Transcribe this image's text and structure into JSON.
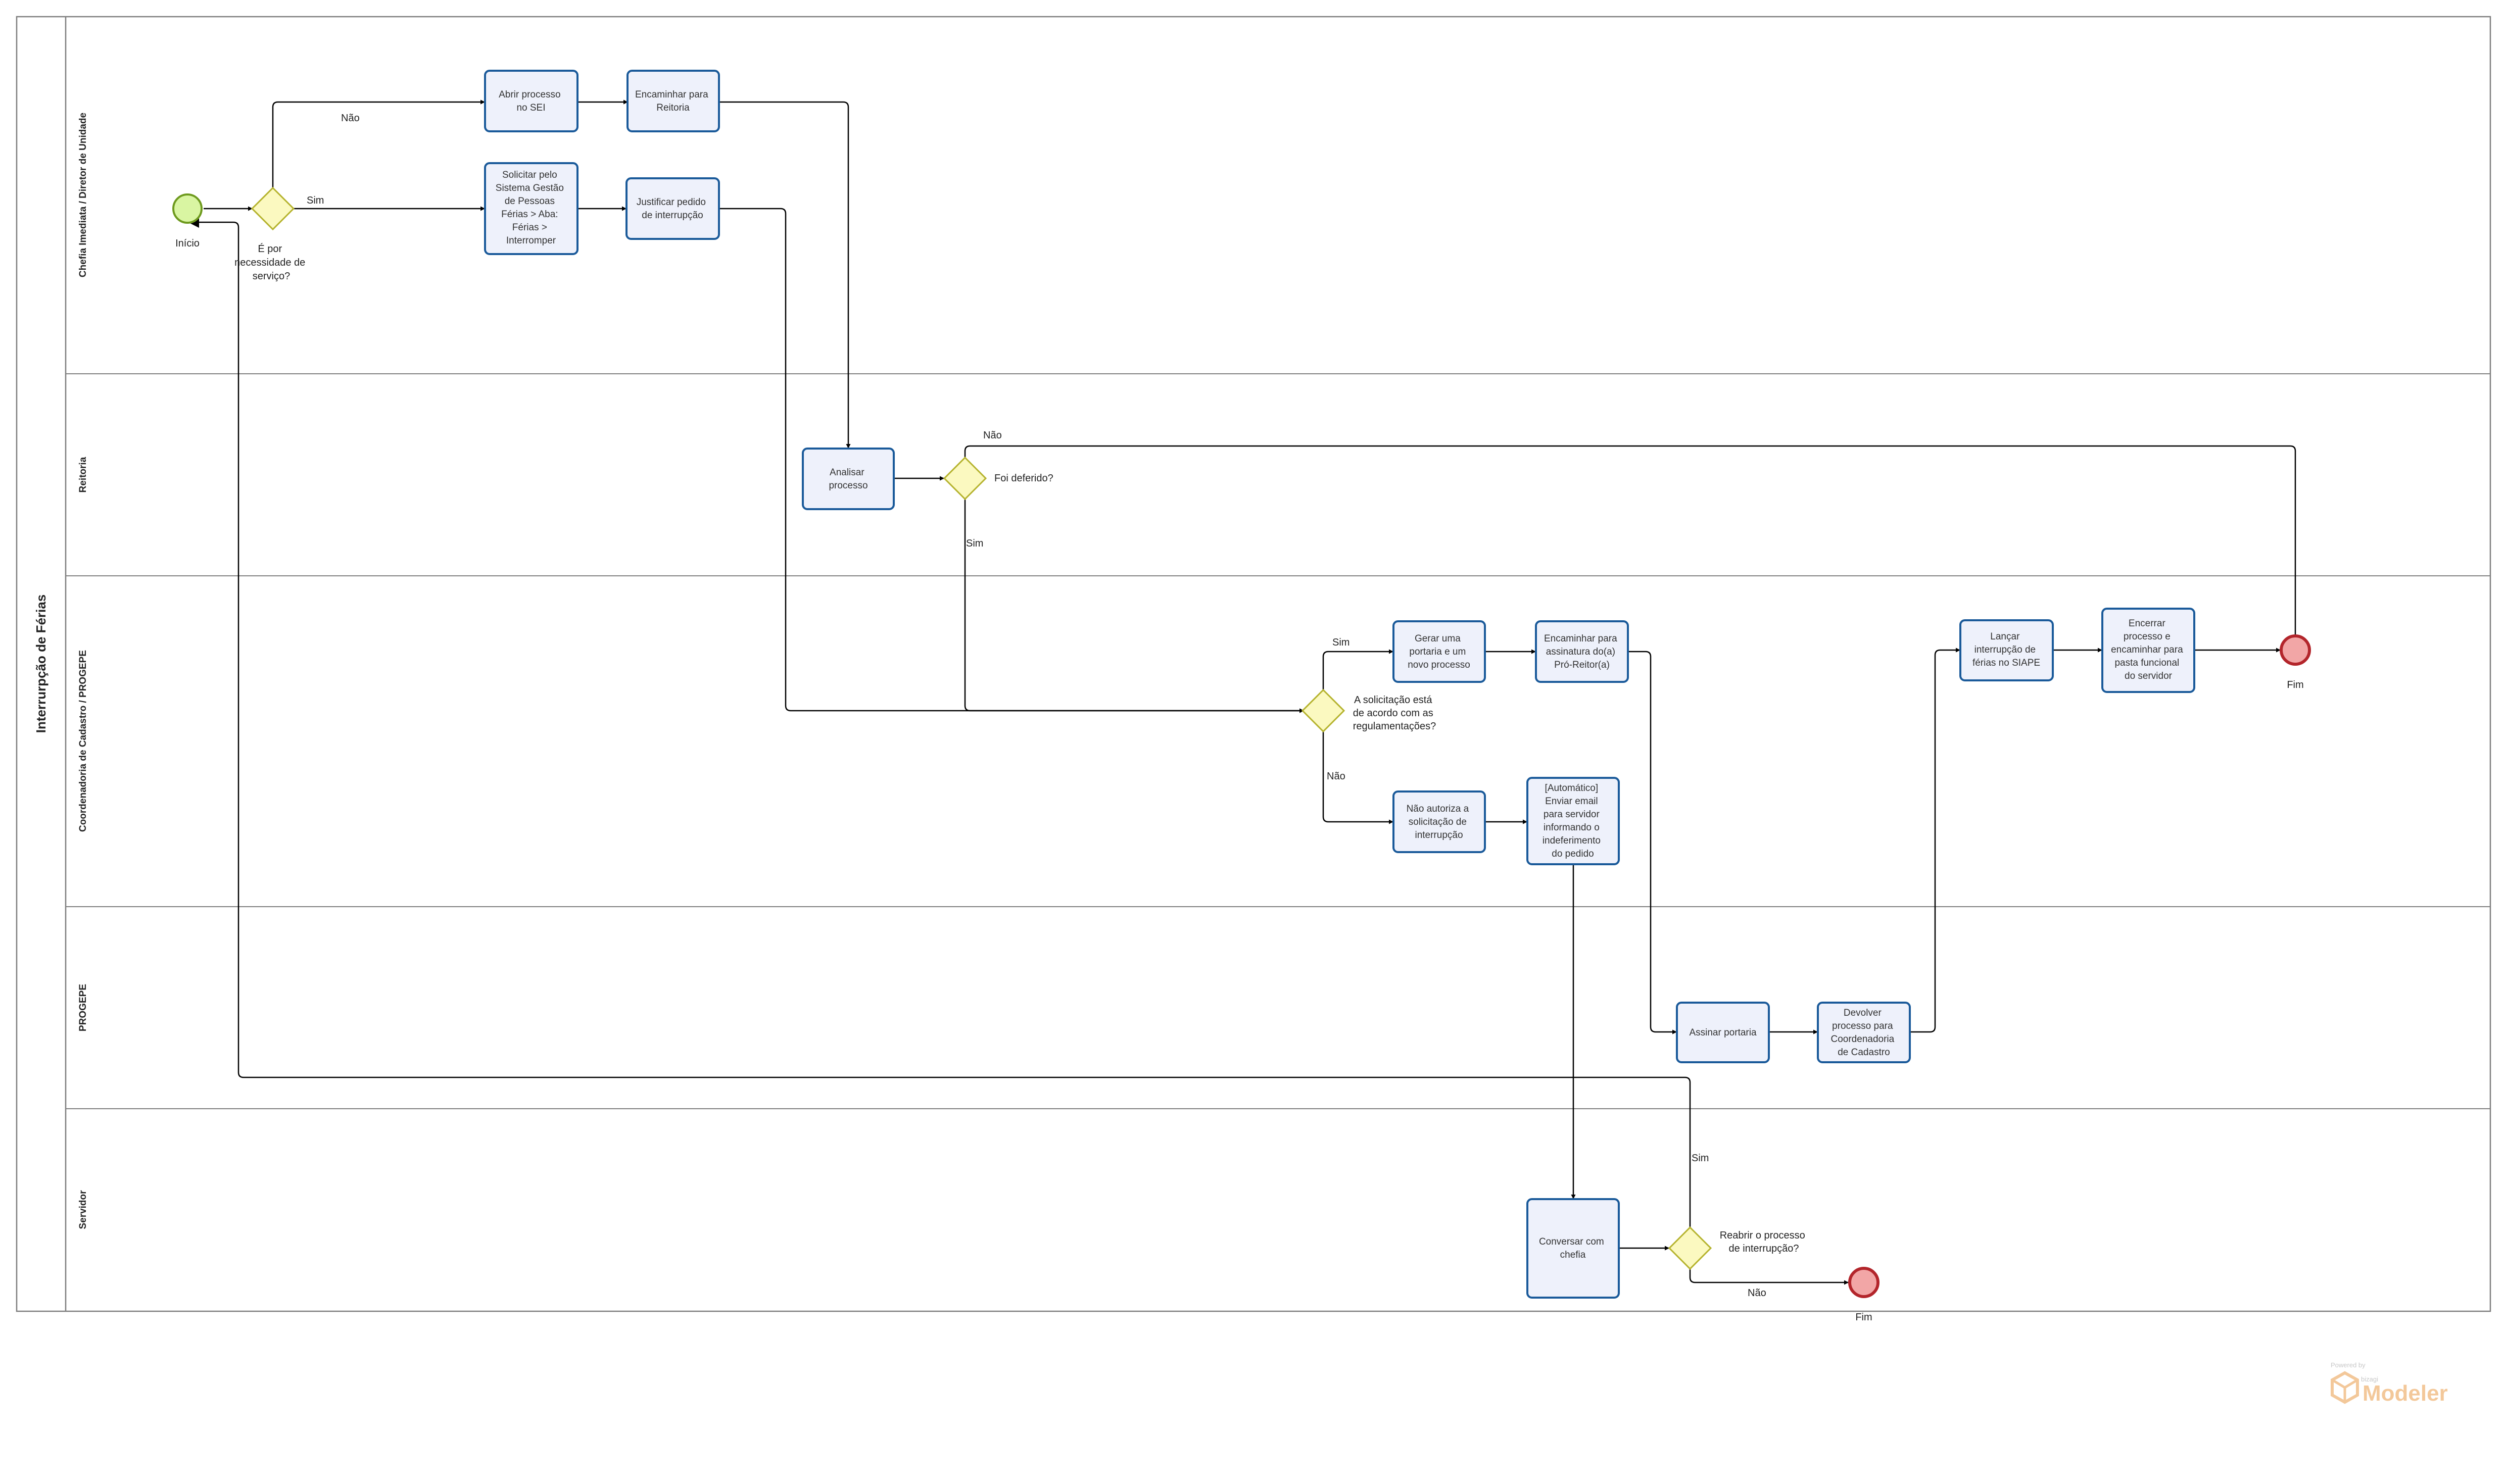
{
  "pool": {
    "title": "Interrurpção de Férias"
  },
  "lanes": [
    {
      "id": "chefia",
      "title": "Chefia Imediata / Diretor de Unidade"
    },
    {
      "id": "reitoria",
      "title": "Reitoria"
    },
    {
      "id": "coordenadoria",
      "title": "Coordenadoria de Cadastro / PROGEPE"
    },
    {
      "id": "progepe",
      "title": "PROGEPE"
    },
    {
      "id": "servidor",
      "title": "Servidor"
    }
  ],
  "events": {
    "start": "Início",
    "end_progepe": "Fim",
    "end_servidor": "Fim"
  },
  "tasks": {
    "abrir_processo": [
      "Abrir processo",
      "no SEI"
    ],
    "encaminhar_reitoria": [
      "Encaminhar para",
      "Reitoria"
    ],
    "solicitar_sistema": [
      "Solicitar pelo",
      "Sistema Gestão",
      "de Pessoas",
      "Férias > Aba:",
      "Férias >",
      "Interromper"
    ],
    "justificar_pedido": [
      "Justificar pedido",
      "de interrupção"
    ],
    "analisar_processo": [
      "Analisar",
      "processo"
    ],
    "gerar_portaria": [
      "Gerar uma",
      "portaria e um",
      "novo processo"
    ],
    "encaminhar_assinatura": [
      "Encaminhar para",
      "assinatura do(a)",
      "Pró-Reitor(a)"
    ],
    "nao_autoriza": [
      "Não autoriza a",
      "solicitação de",
      "interrupção"
    ],
    "enviar_email": [
      "[Automático]",
      "Enviar email",
      "para servidor",
      "informando o",
      "indeferimento",
      "do pedido"
    ],
    "lancar_interrupcao": [
      "Lançar",
      "interrupção de",
      "férias no SIAPE"
    ],
    "encerrar_processo": [
      "Encerrar",
      "processo e",
      "encaminhar para",
      "pasta funcional",
      "do servidor"
    ],
    "assinar_portaria": [
      "Assinar portaria"
    ],
    "devolver_processo": [
      "Devolver",
      "processo para",
      "Coordenadoria",
      "de Cadastro"
    ],
    "conversar_chefia": [
      "Conversar com",
      "chefia"
    ]
  },
  "gateways": {
    "necessidade_servico": [
      "É por",
      "necessidade de",
      "serviço?"
    ],
    "foi_deferido": [
      "Foi deferido?"
    ],
    "de_acordo": [
      "A solicitação está",
      "de acordo com as",
      "regulamentações?"
    ],
    "reabrir": [
      "Reabrir o processo",
      "de interrupção?"
    ]
  },
  "flow_labels": {
    "g1_nao": "Não",
    "g1_sim": "Sim",
    "g2_nao": "Não",
    "g2_sim": "Sim",
    "g3_sim": "Sim",
    "g3_nao": "Não",
    "g4_sim": "Sim",
    "g4_nao": "Não"
  },
  "branding": {
    "powered_by": "Powered by",
    "vendor": "bizagi",
    "product": "Modeler"
  },
  "colors": {
    "task_fill": "#eef1fb",
    "task_stroke": "#1a5a9a",
    "gateway_fill": "#fbf9c0",
    "gateway_stroke": "#b5b32e",
    "start_fill": "#d9f5a2",
    "start_stroke": "#6e9a1e",
    "end_fill": "#f2a6a6",
    "end_stroke": "#b3252b",
    "pool_stroke": "#7f7f7f",
    "flow": "#000000"
  }
}
